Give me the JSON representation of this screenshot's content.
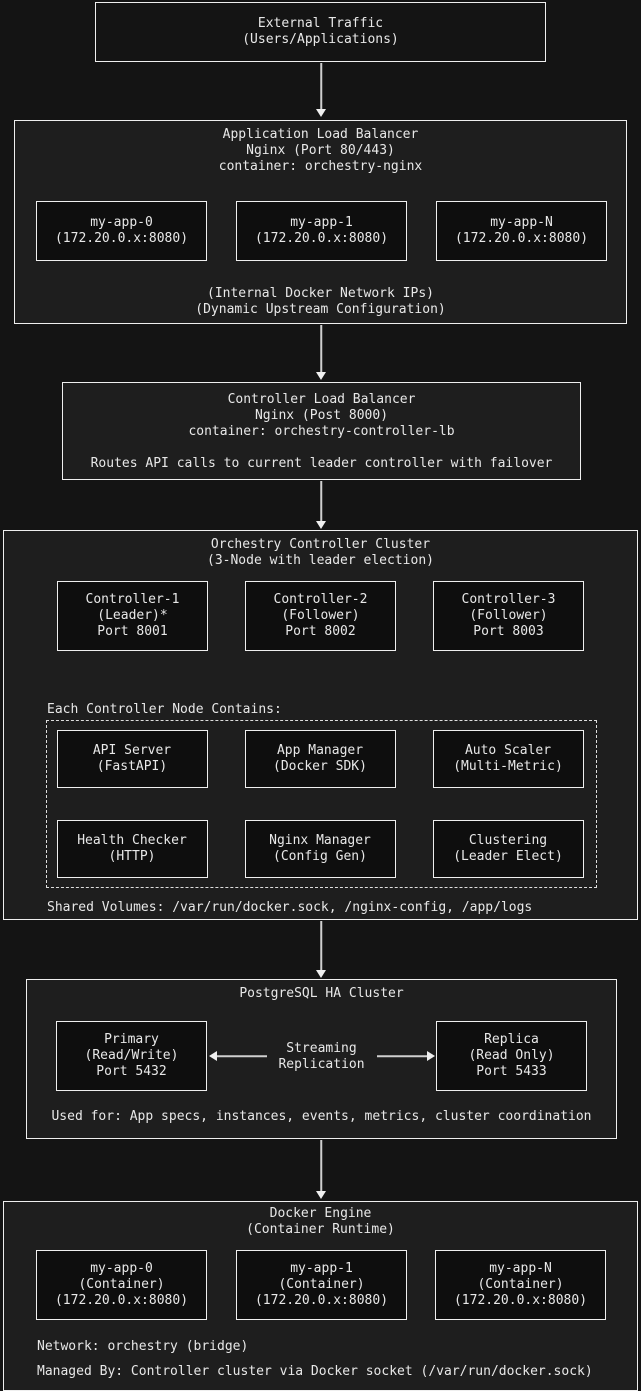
{
  "colors": {
    "page_bg": "#141414",
    "section_bg": "#1e1e1e",
    "inner_box_bg": "#0e0e0e",
    "border": "#efefef",
    "text": "#e8e8e8"
  },
  "external": {
    "line1": "External Traffic",
    "line2": "(Users/Applications)"
  },
  "app_lb": {
    "title1": "Application Load Balancer",
    "title2": "Nginx (Port 80/443)",
    "title3": "container: orchestry-nginx",
    "nodes": [
      {
        "name": "my-app-0",
        "addr": "(172.20.0.x:8080)"
      },
      {
        "name": "my-app-1",
        "addr": "(172.20.0.x:8080)"
      },
      {
        "name": "my-app-N",
        "addr": "(172.20.0.x:8080)"
      }
    ],
    "footer1": "(Internal Docker Network IPs)",
    "footer2": "(Dynamic Upstream Configuration)"
  },
  "controller_lb": {
    "title1": "Controller Load Balancer",
    "title2": "Nginx (Post 8000)",
    "title3": "container: orchestry-controller-lb",
    "note": "Routes API calls to current leader controller with failover"
  },
  "cluster": {
    "title1": "Orchestry Controller Cluster",
    "title2": "(3-Node with leader election)",
    "controllers": [
      {
        "name": "Controller-1",
        "role": "(Leader)*",
        "port": "Port 8001"
      },
      {
        "name": "Controller-2",
        "role": "(Follower)",
        "port": "Port 8002"
      },
      {
        "name": "Controller-3",
        "role": "(Follower)",
        "port": "Port 8003"
      }
    ],
    "contains_label": "Each Controller Node Contains:",
    "components": [
      {
        "name": "API Server",
        "detail": "(FastAPI)"
      },
      {
        "name": "App Manager",
        "detail": "(Docker SDK)"
      },
      {
        "name": "Auto Scaler",
        "detail": "(Multi-Metric)"
      },
      {
        "name": "Health Checker",
        "detail": "(HTTP)"
      },
      {
        "name": "Nginx Manager",
        "detail": "(Config Gen)"
      },
      {
        "name": "Clustering",
        "detail": "(Leader Elect)"
      }
    ],
    "shared_volumes": "Shared Volumes: /var/run/docker.sock, /nginx-config, /app/logs"
  },
  "postgres": {
    "title": "PostgreSQL HA Cluster",
    "primary": {
      "name": "Primary",
      "mode": "(Read/Write)",
      "port": "Port 5432"
    },
    "replica": {
      "name": "Replica",
      "mode": "(Read Only)",
      "port": "Port 5433"
    },
    "replication1": "Streaming",
    "replication2": "Replication",
    "used_for": "Used for: App specs, instances, events, metrics, cluster coordination"
  },
  "docker": {
    "title1": "Docker Engine",
    "title2": "(Container Runtime)",
    "containers": [
      {
        "name": "my-app-0",
        "kind": "(Container)",
        "addr": "(172.20.0.x:8080)"
      },
      {
        "name": "my-app-1",
        "kind": "(Container)",
        "addr": "(172.20.0.x:8080)"
      },
      {
        "name": "my-app-N",
        "kind": "(Container)",
        "addr": "(172.20.0.x:8080)"
      }
    ],
    "network": "Network: orchestry (bridge)",
    "managed_by": "Managed By: Controller cluster via Docker socket (/var/run/docker.sock)"
  }
}
